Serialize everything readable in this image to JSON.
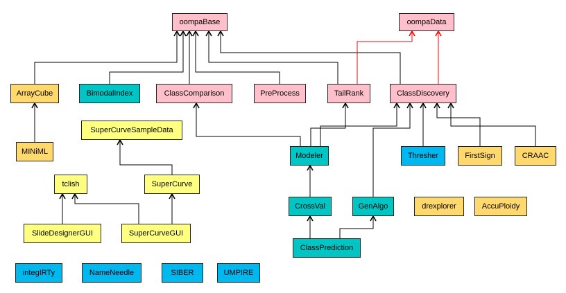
{
  "colors": {
    "pink": "#ffc0cb",
    "teal": "#00c5c5",
    "yellow": "#ffff80",
    "orange": "#ffd86e",
    "blue": "#00b8f0",
    "edge": "#000000",
    "data_edge": "#ff0000"
  },
  "nodes": {
    "oompaBase": {
      "label": "oompaBase",
      "color": "pink"
    },
    "oompaData": {
      "label": "oompaData",
      "color": "pink"
    },
    "ArrayCube": {
      "label": "ArrayCube",
      "color": "orange"
    },
    "BimodalIndex": {
      "label": "BimodalIndex",
      "color": "teal"
    },
    "ClassComparison": {
      "label": "ClassComparison",
      "color": "pink"
    },
    "PreProcess": {
      "label": "PreProcess",
      "color": "pink"
    },
    "TailRank": {
      "label": "TailRank",
      "color": "pink"
    },
    "ClassDiscovery": {
      "label": "ClassDiscovery",
      "color": "pink"
    },
    "MINiML": {
      "label": "MINiML",
      "color": "orange"
    },
    "SuperCurveSampleData": {
      "label": "SuperCurveSampleData",
      "color": "yellow"
    },
    "Modeler": {
      "label": "Modeler",
      "color": "teal"
    },
    "Thresher": {
      "label": "Thresher",
      "color": "blue"
    },
    "FirstSign": {
      "label": "FirstSign",
      "color": "orange"
    },
    "CRAAC": {
      "label": "CRAAC",
      "color": "orange"
    },
    "tclish": {
      "label": "tclish",
      "color": "yellow"
    },
    "SuperCurve": {
      "label": "SuperCurve",
      "color": "yellow"
    },
    "CrossVal": {
      "label": "CrossVal",
      "color": "teal"
    },
    "GenAlgo": {
      "label": "GenAlgo",
      "color": "teal"
    },
    "drexplorer": {
      "label": "drexplorer",
      "color": "orange"
    },
    "AccuPloidy": {
      "label": "AccuPloidy",
      "color": "orange"
    },
    "SlideDesignerGUI": {
      "label": "SlideDesignerGUI",
      "color": "yellow"
    },
    "SuperCurveGUI": {
      "label": "SuperCurveGUI",
      "color": "yellow"
    },
    "ClassPrediction": {
      "label": "ClassPrediction",
      "color": "teal"
    },
    "integIRTy": {
      "label": "integIRTy",
      "color": "blue"
    },
    "NameNeedle": {
      "label": "NameNeedle",
      "color": "blue"
    },
    "SIBER": {
      "label": "SIBER",
      "color": "blue"
    },
    "UMPIRE": {
      "label": "UMPIRE",
      "color": "blue"
    }
  },
  "edges": [
    {
      "from": "ArrayCube",
      "to": "oompaBase",
      "kind": "base"
    },
    {
      "from": "BimodalIndex",
      "to": "oompaBase",
      "kind": "base"
    },
    {
      "from": "ClassComparison",
      "to": "oompaBase",
      "kind": "base"
    },
    {
      "from": "PreProcess",
      "to": "oompaBase",
      "kind": "base"
    },
    {
      "from": "TailRank",
      "to": "oompaBase",
      "kind": "base"
    },
    {
      "from": "ClassDiscovery",
      "to": "oompaBase",
      "kind": "base"
    },
    {
      "from": "TailRank",
      "to": "oompaData",
      "kind": "data"
    },
    {
      "from": "ClassDiscovery",
      "to": "oompaData",
      "kind": "data"
    },
    {
      "from": "MINiML",
      "to": "ArrayCube",
      "kind": "base"
    },
    {
      "from": "Modeler",
      "to": "ClassComparison",
      "kind": "base"
    },
    {
      "from": "Modeler",
      "to": "TailRank",
      "kind": "base"
    },
    {
      "from": "Modeler",
      "to": "ClassDiscovery",
      "kind": "base"
    },
    {
      "from": "GenAlgo",
      "to": "ClassDiscovery",
      "kind": "base"
    },
    {
      "from": "Thresher",
      "to": "ClassDiscovery",
      "kind": "base"
    },
    {
      "from": "FirstSign",
      "to": "ClassDiscovery",
      "kind": "base"
    },
    {
      "from": "CRAAC",
      "to": "ClassDiscovery",
      "kind": "base"
    },
    {
      "from": "SuperCurve",
      "to": "SuperCurveSampleData",
      "kind": "base"
    },
    {
      "from": "SlideDesignerGUI",
      "to": "tclish",
      "kind": "base"
    },
    {
      "from": "SuperCurveGUI",
      "to": "tclish",
      "kind": "base"
    },
    {
      "from": "SuperCurveGUI",
      "to": "SuperCurve",
      "kind": "base"
    },
    {
      "from": "CrossVal",
      "to": "Modeler",
      "kind": "base"
    },
    {
      "from": "ClassPrediction",
      "to": "CrossVal",
      "kind": "base"
    },
    {
      "from": "ClassPrediction",
      "to": "GenAlgo",
      "kind": "base"
    }
  ]
}
